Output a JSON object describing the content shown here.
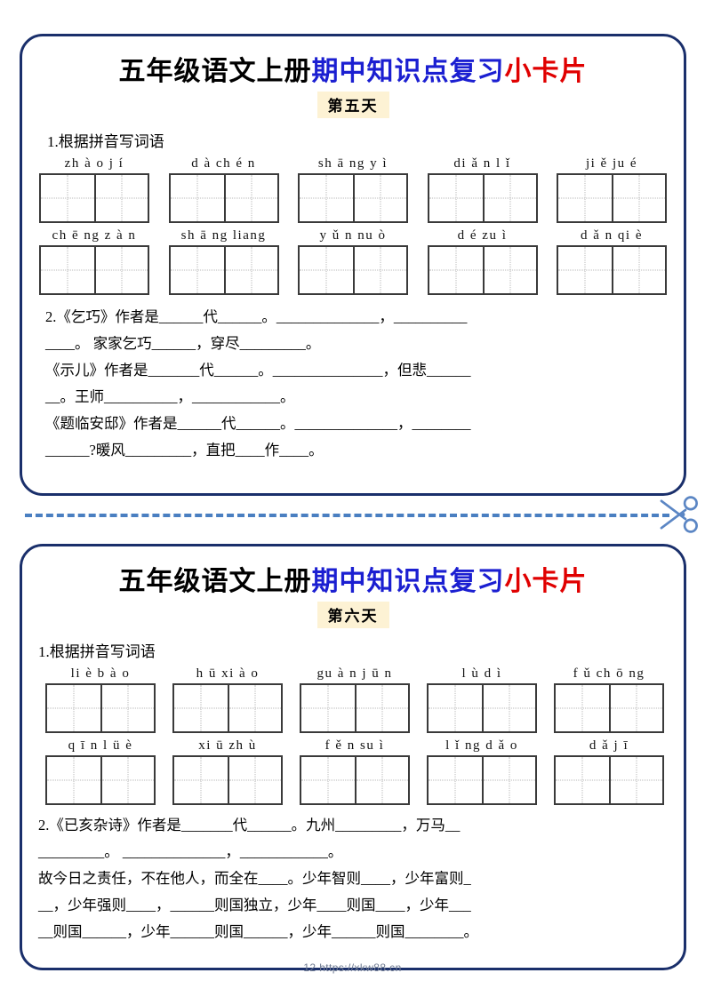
{
  "document": {
    "title_parts": {
      "black": "五年级语文上册",
      "blue": "期中知识点复习",
      "red": "小卡片"
    },
    "colors": {
      "title_black": "#000000",
      "title_blue": "#1b1fd1",
      "title_red": "#e00000",
      "card_border": "#1a2f6b",
      "cut_line": "#4a7fc1",
      "day_badge_bg": "#fdf2d4",
      "grid_border": "#3a3a3a",
      "grid_guide": "#b9b9b9"
    },
    "footer_watermark": "12 https://xkw88.cn"
  },
  "cards": [
    {
      "day_label": "第五天",
      "section1_heading": "1.根据拼音写词语",
      "pinyin_rows": [
        [
          {
            "pinyin": "zh à o   j í"
          },
          {
            "pinyin": "d à ch é n"
          },
          {
            "pinyin": "sh ā ng   y ì"
          },
          {
            "pinyin": "di ǎ n   l ǐ"
          },
          {
            "pinyin": "ji ě   ju é"
          }
        ],
        [
          {
            "pinyin": "ch ē ng z à n"
          },
          {
            "pinyin": "sh ā ng liang"
          },
          {
            "pinyin": "y ǔ n nu ò"
          },
          {
            "pinyin": "d é  zu ì"
          },
          {
            "pinyin": "d ǎ n   qi è"
          }
        ]
      ],
      "section2_lines": [
        "2.《乞巧》作者是______代______。______________，__________",
        "____。 家家乞巧______，穿尽_________。",
        "《示儿》作者是_______代______。_______________，但悲______",
        "__。王师__________，____________。",
        "《题临安邸》作者是______代______。______________，________",
        "______?暖风_________，直把____作____。"
      ]
    },
    {
      "day_label": "第六天",
      "section1_heading": "1.根据拼音写词语",
      "pinyin_rows": [
        [
          {
            "pinyin": "li è  b à o"
          },
          {
            "pinyin": "h ū  xi à o"
          },
          {
            "pinyin": "gu à n j ū n"
          },
          {
            "pinyin": "l ù    d ì"
          },
          {
            "pinyin": "f ǔ  ch ō ng"
          }
        ],
        [
          {
            "pinyin": "q ī n   l ü è"
          },
          {
            "pinyin": "xi ū  zh ù"
          },
          {
            "pinyin": "f ě n   su ì"
          },
          {
            "pinyin": "l ǐ ng d ǎ o"
          },
          {
            "pinyin": "d ǎ    j ī"
          }
        ]
      ],
      "section2_lines": [
        "2.《已亥杂诗》作者是_______代______。九州_________，万马__",
        "_________。 ______________，____________。",
        "故今日之责任，不在他人，而全在____。少年智则____，少年富则_",
        "__，少年强则____，______则国独立，少年____则国____，少年___",
        "__则国______，少年______则国______，少年______则国________。"
      ]
    }
  ]
}
